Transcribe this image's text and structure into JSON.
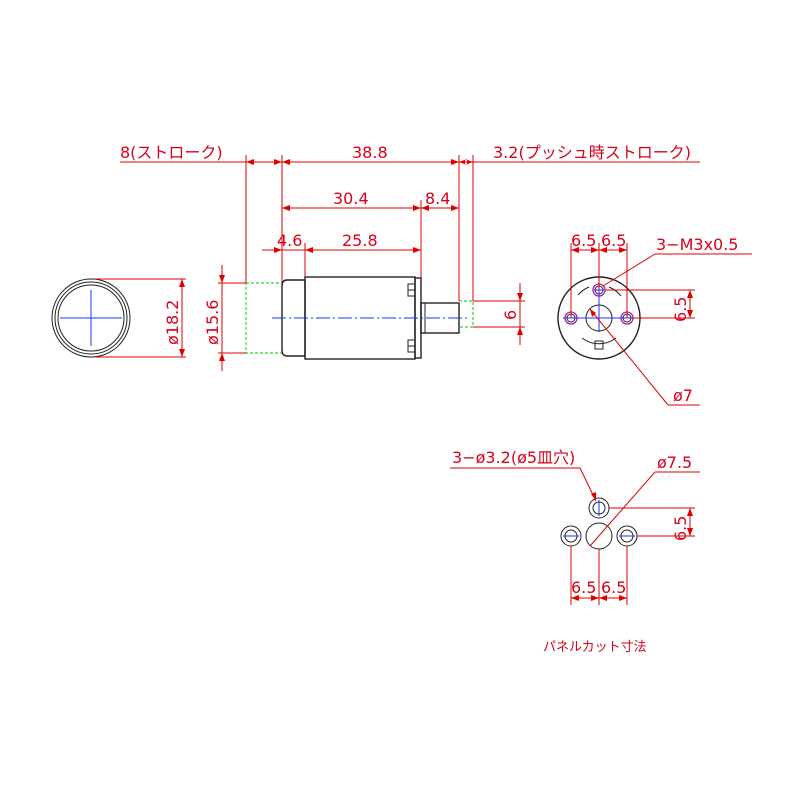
{
  "labels": {
    "stroke_8": "8(ストローク)",
    "len_38_8": "38.8",
    "push_3_2": "3.2(プッシュ時ストローク)",
    "len_30_4": "30.4",
    "len_8_4": "8.4",
    "len_4_6": "4.6",
    "len_25_8": "25.8",
    "dia_18_2": "ø18.2",
    "dia_15_6": "ø15.6",
    "shaft_6": "6",
    "front_6_5a": "6.5",
    "front_6_5b": "6.5",
    "front_m3": "3−M3x0.5",
    "front_v6_5": "6.5",
    "front_dia7": "ø7",
    "panel_holes": "3−ø3.2(ø5皿穴)",
    "panel_dia7_5": "ø7.5",
    "panel_v6_5": "6.5",
    "panel_6_5a": "6.5",
    "panel_6_5b": "6.5",
    "panel_caption": "パネルカット寸法"
  },
  "colors": {
    "dimension": "#d9001b",
    "outline": "#222222",
    "centerline": "#1a33ff",
    "stroke_extent": "#00cc00",
    "tapped_hole": "#b01ab0"
  }
}
